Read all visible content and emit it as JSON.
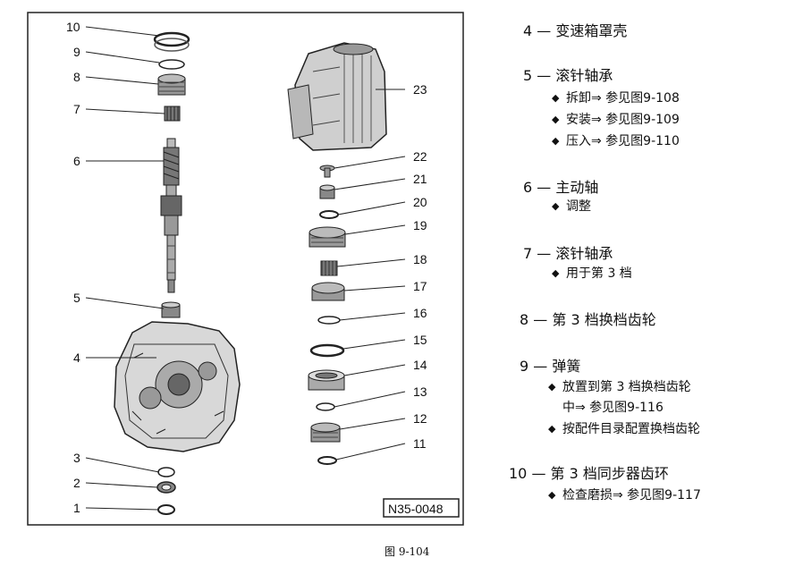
{
  "figure": {
    "code": "N35-0048",
    "caption": "图 9-104",
    "callouts": [
      "1",
      "2",
      "3",
      "4",
      "5",
      "6",
      "7",
      "8",
      "9",
      "10",
      "11",
      "12",
      "13",
      "14",
      "15",
      "16",
      "17",
      "18",
      "19",
      "20",
      "21",
      "22",
      "23"
    ]
  },
  "legend": [
    {
      "title": "4 — 变速箱罩壳",
      "subs": []
    },
    {
      "title": "5 — 滚针轴承",
      "subs": [
        "拆卸⇒ 参见图9-108",
        "安装⇒ 参见图9-109",
        "压入⇒ 参见图9-110"
      ]
    },
    {
      "title": "6 — 主动轴",
      "subs": [
        "调整"
      ]
    },
    {
      "title": "7 — 滚针轴承",
      "subs": [
        "用于第 3 档"
      ]
    },
    {
      "title": "8 — 第 3 档换档齿轮",
      "subs": []
    },
    {
      "title": "9 — 弹簧",
      "subs": [
        "放置到第 3 档换档齿轮",
        "中⇒ 参见图9-116",
        "按配件目录配置换档齿轮"
      ]
    },
    {
      "title": "10 — 第 3 档同步器齿环",
      "subs": [
        "检查磨损⇒ 参见图9-117"
      ]
    }
  ]
}
